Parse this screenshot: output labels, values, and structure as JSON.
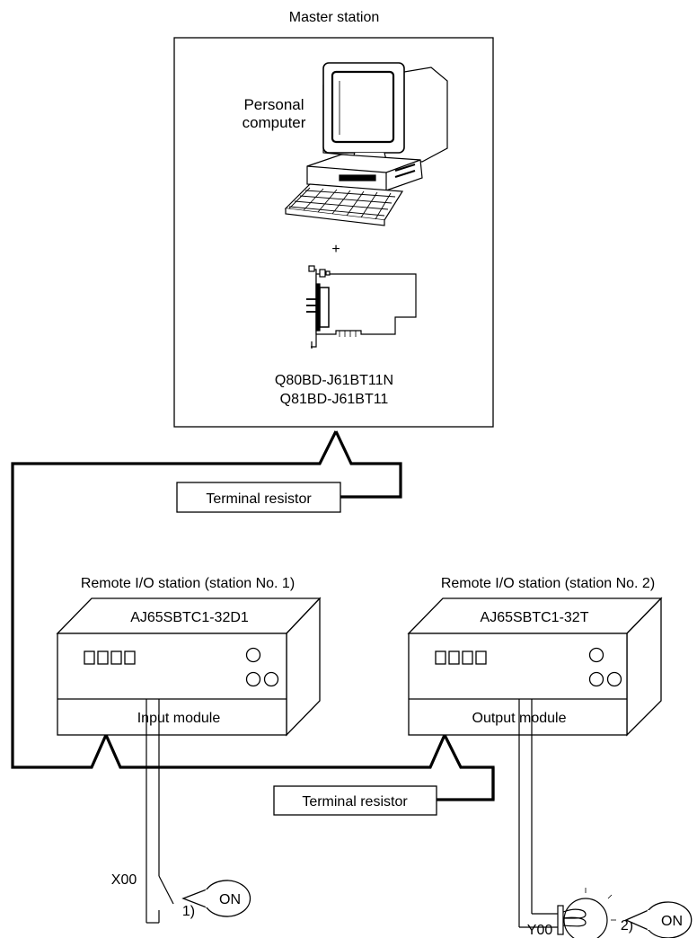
{
  "master": {
    "title": "Master station",
    "pc_label_line1": "Personal",
    "pc_label_line2": "computer",
    "plus": "+",
    "board_model_1": "Q80BD-J61BT11N",
    "board_model_2": "Q81BD-J61BT11"
  },
  "terminal_resistor_top": "Terminal resistor",
  "terminal_resistor_bottom": "Terminal resistor",
  "station1": {
    "title": "Remote I/O station (station No. 1)",
    "model": "AJ65SBTC1-32D1",
    "module_label": "Input module",
    "signal": "X00",
    "step": "1)",
    "callout": "ON"
  },
  "station2": {
    "title": "Remote I/O station (station No. 2)",
    "model": "AJ65SBTC1-32T",
    "module_label": "Output module",
    "signal": "Y00",
    "step": "2)",
    "callout": "ON"
  }
}
